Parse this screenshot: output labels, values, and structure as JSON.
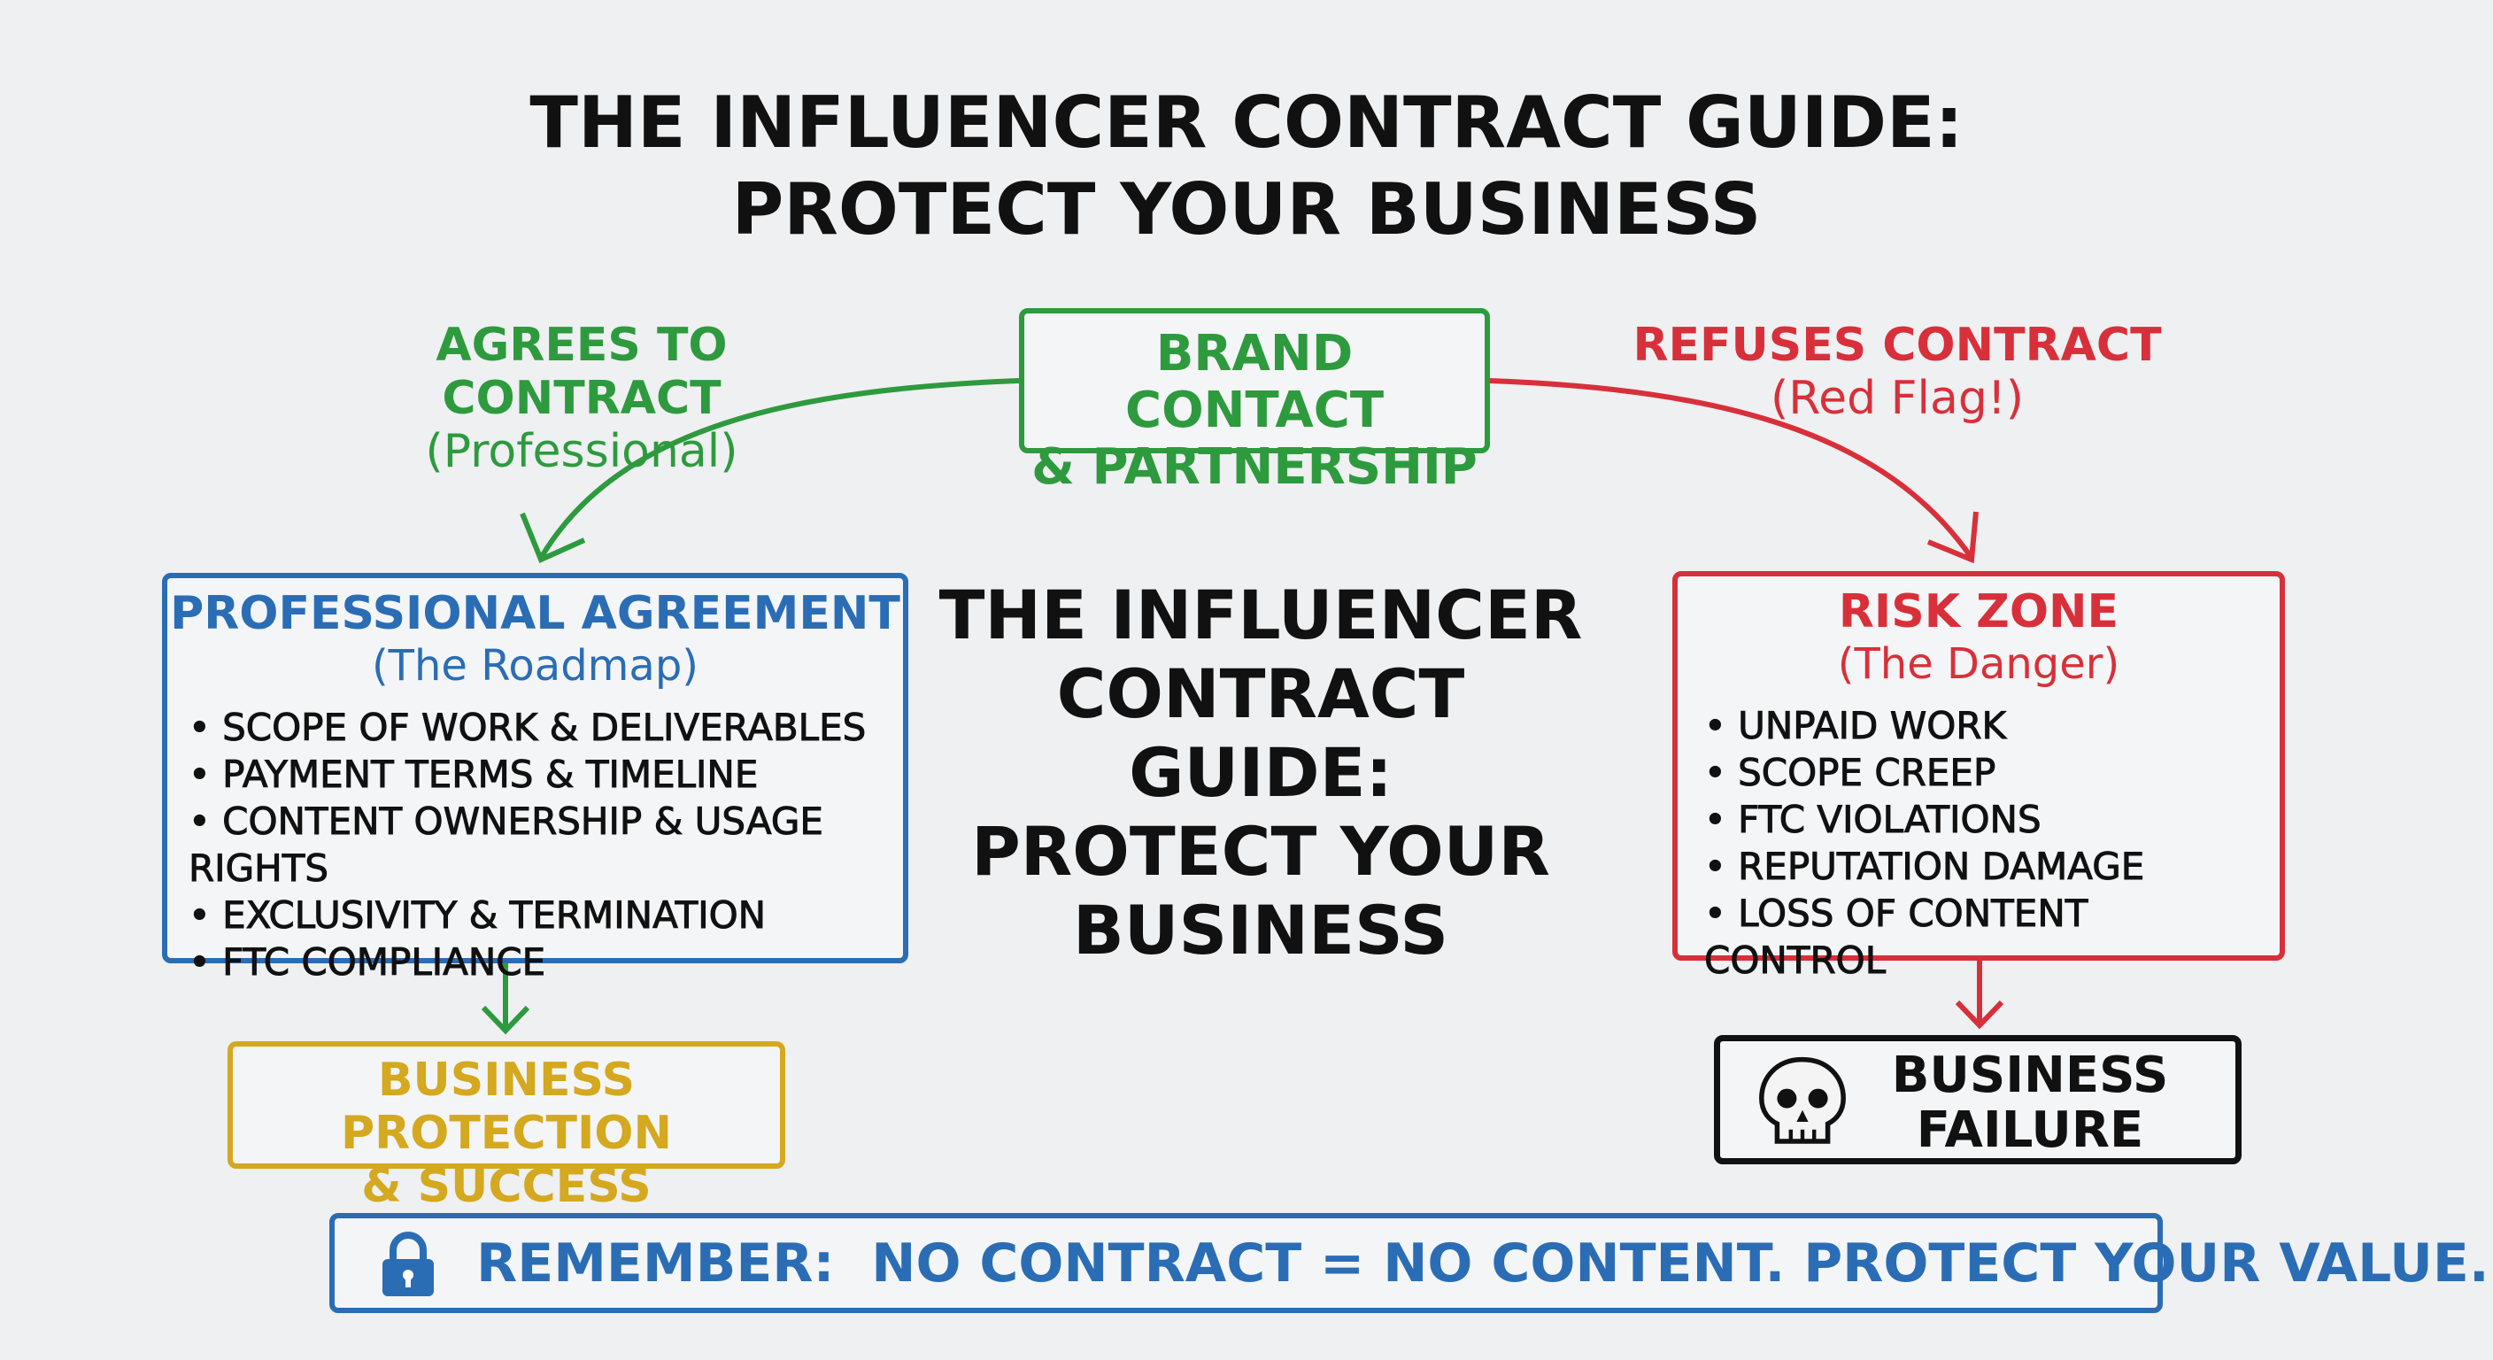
{
  "title": {
    "line1": "THE INFLUENCER CONTRACT GUIDE:",
    "line2": "PROTECT YOUR BUSINESS"
  },
  "colors": {
    "green": "#2e9a3e",
    "blue": "#2a6db5",
    "red": "#d8303a",
    "gold": "#d4a81f",
    "black": "#111111"
  },
  "brand_box": {
    "line1": "BRAND CONTACT",
    "line2": "& PARTNERSHIP"
  },
  "left_branch": {
    "label": "AGREES TO CONTRACT",
    "sublabel": "(Professional)"
  },
  "right_branch": {
    "label": "REFUSES CONTRACT",
    "sublabel": "(Red Flag!)"
  },
  "agreement_box": {
    "title": "PROFESSIONAL AGREEMENT",
    "subtitle": "(The Roadmap)",
    "items": [
      "SCOPE OF WORK & DELIVERABLES",
      "PAYMENT TERMS & TIMELINE",
      "CONTENT OWNERSHIP & USAGE RIGHTS",
      "EXCLUSIVITY & TERMINATION",
      "FTC COMPLIANCE"
    ]
  },
  "center_text": {
    "line1": "THE INFLUENCER",
    "line2": "CONTRACT GUIDE:",
    "line3": "PROTECT YOUR",
    "line4": "BUSINESS"
  },
  "risk_box": {
    "title": "RISK ZONE",
    "subtitle": "(The Danger)",
    "items": [
      "UNPAID WORK",
      "SCOPE CREEP",
      "FTC VIOLATIONS",
      "REPUTATION DAMAGE",
      "LOSS OF CONTENT CONTROL"
    ]
  },
  "success_box": {
    "line1": "BUSINESS PROTECTION",
    "line2": "& SUCCESS"
  },
  "failure_box": {
    "icon": "skull-icon",
    "line1": "BUSINESS",
    "line2": "FAILURE"
  },
  "reminder": {
    "icon": "lock-icon",
    "text": "REMEMBER:  NO CONTRACT = NO CONTENT. PROTECT YOUR VALUE."
  }
}
